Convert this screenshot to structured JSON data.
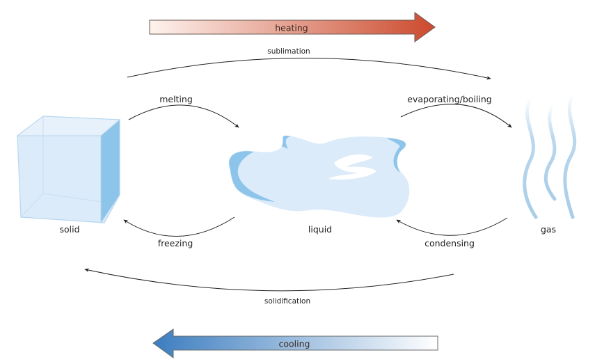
{
  "states": {
    "solid": "solid",
    "liquid": "liquid",
    "gas": "gas"
  },
  "transitions": {
    "melting": "melting",
    "freezing": "freezing",
    "evaporating": "evaporating/boiling",
    "condensing": "condensing",
    "sublimation": "sublimation",
    "solidification": "solidification"
  },
  "bars": {
    "heating": "heating",
    "cooling": "cooling"
  },
  "colors": {
    "heating_start": "#fdf3ee",
    "heating_end": "#cc4a2e",
    "cooling_start": "#ffffff",
    "cooling_end": "#3c7dbf",
    "ice_face": "#dcebf9",
    "ice_side": "#8cc4ea",
    "water": "#dcebf9",
    "water_edge": "#8cc4ea",
    "steam": "#a9cde8"
  }
}
